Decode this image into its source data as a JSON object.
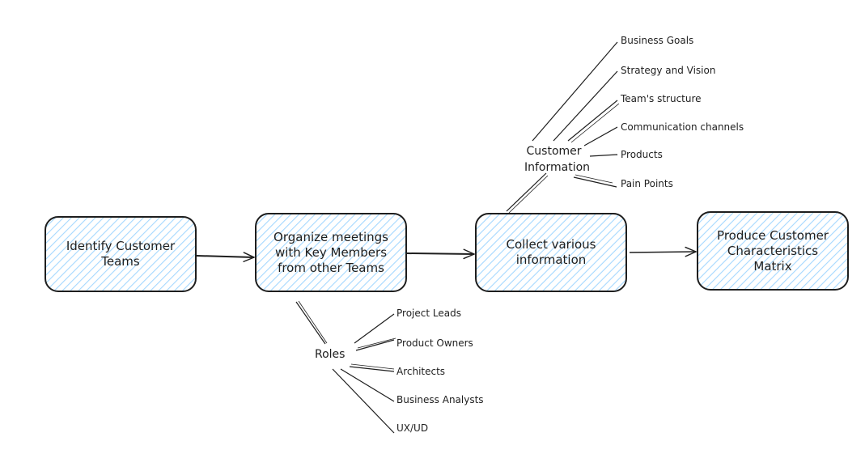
{
  "steps": [
    {
      "id": "identify",
      "label": [
        "Identify Customer",
        "Teams"
      ]
    },
    {
      "id": "organize",
      "label": [
        "Organize meetings",
        "with Key Members",
        "from other Teams"
      ]
    },
    {
      "id": "collect",
      "label": [
        "Collect various",
        "information"
      ]
    },
    {
      "id": "produce",
      "label": [
        "Produce Customer",
        "Characteristics",
        "Matrix"
      ]
    }
  ],
  "customer_information": {
    "title": [
      "Customer",
      "Information"
    ],
    "items": [
      "Business Goals",
      "Strategy and Vision",
      "Team's structure",
      "Communication channels",
      "Products",
      "Pain Points"
    ]
  },
  "roles": {
    "title": "Roles",
    "items": [
      "Project Leads",
      "Product Owners",
      "Architects",
      "Business Analysts",
      "UX/UD"
    ]
  },
  "colors": {
    "stroke": "#1e1e1e",
    "hatch": "#a5d8ff",
    "fill": "#e7f5ff"
  }
}
